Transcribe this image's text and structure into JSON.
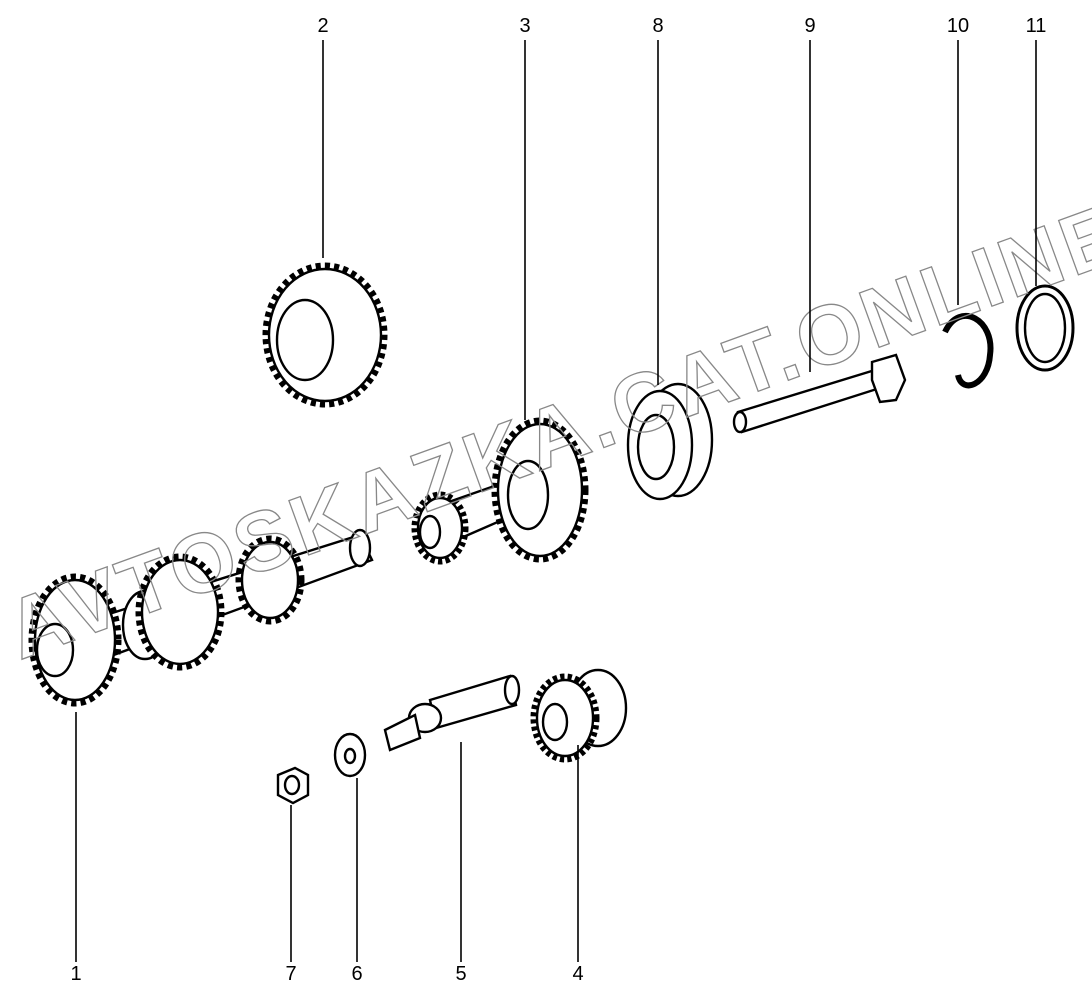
{
  "title": "Exploded view of gearbox intermediate shaft assembly",
  "callouts": [
    "1",
    "2",
    "3",
    "4",
    "5",
    "6",
    "7",
    "8",
    "9",
    "10",
    "11"
  ],
  "watermark": "AVTOSKAZKA.CAT.ONLINE"
}
